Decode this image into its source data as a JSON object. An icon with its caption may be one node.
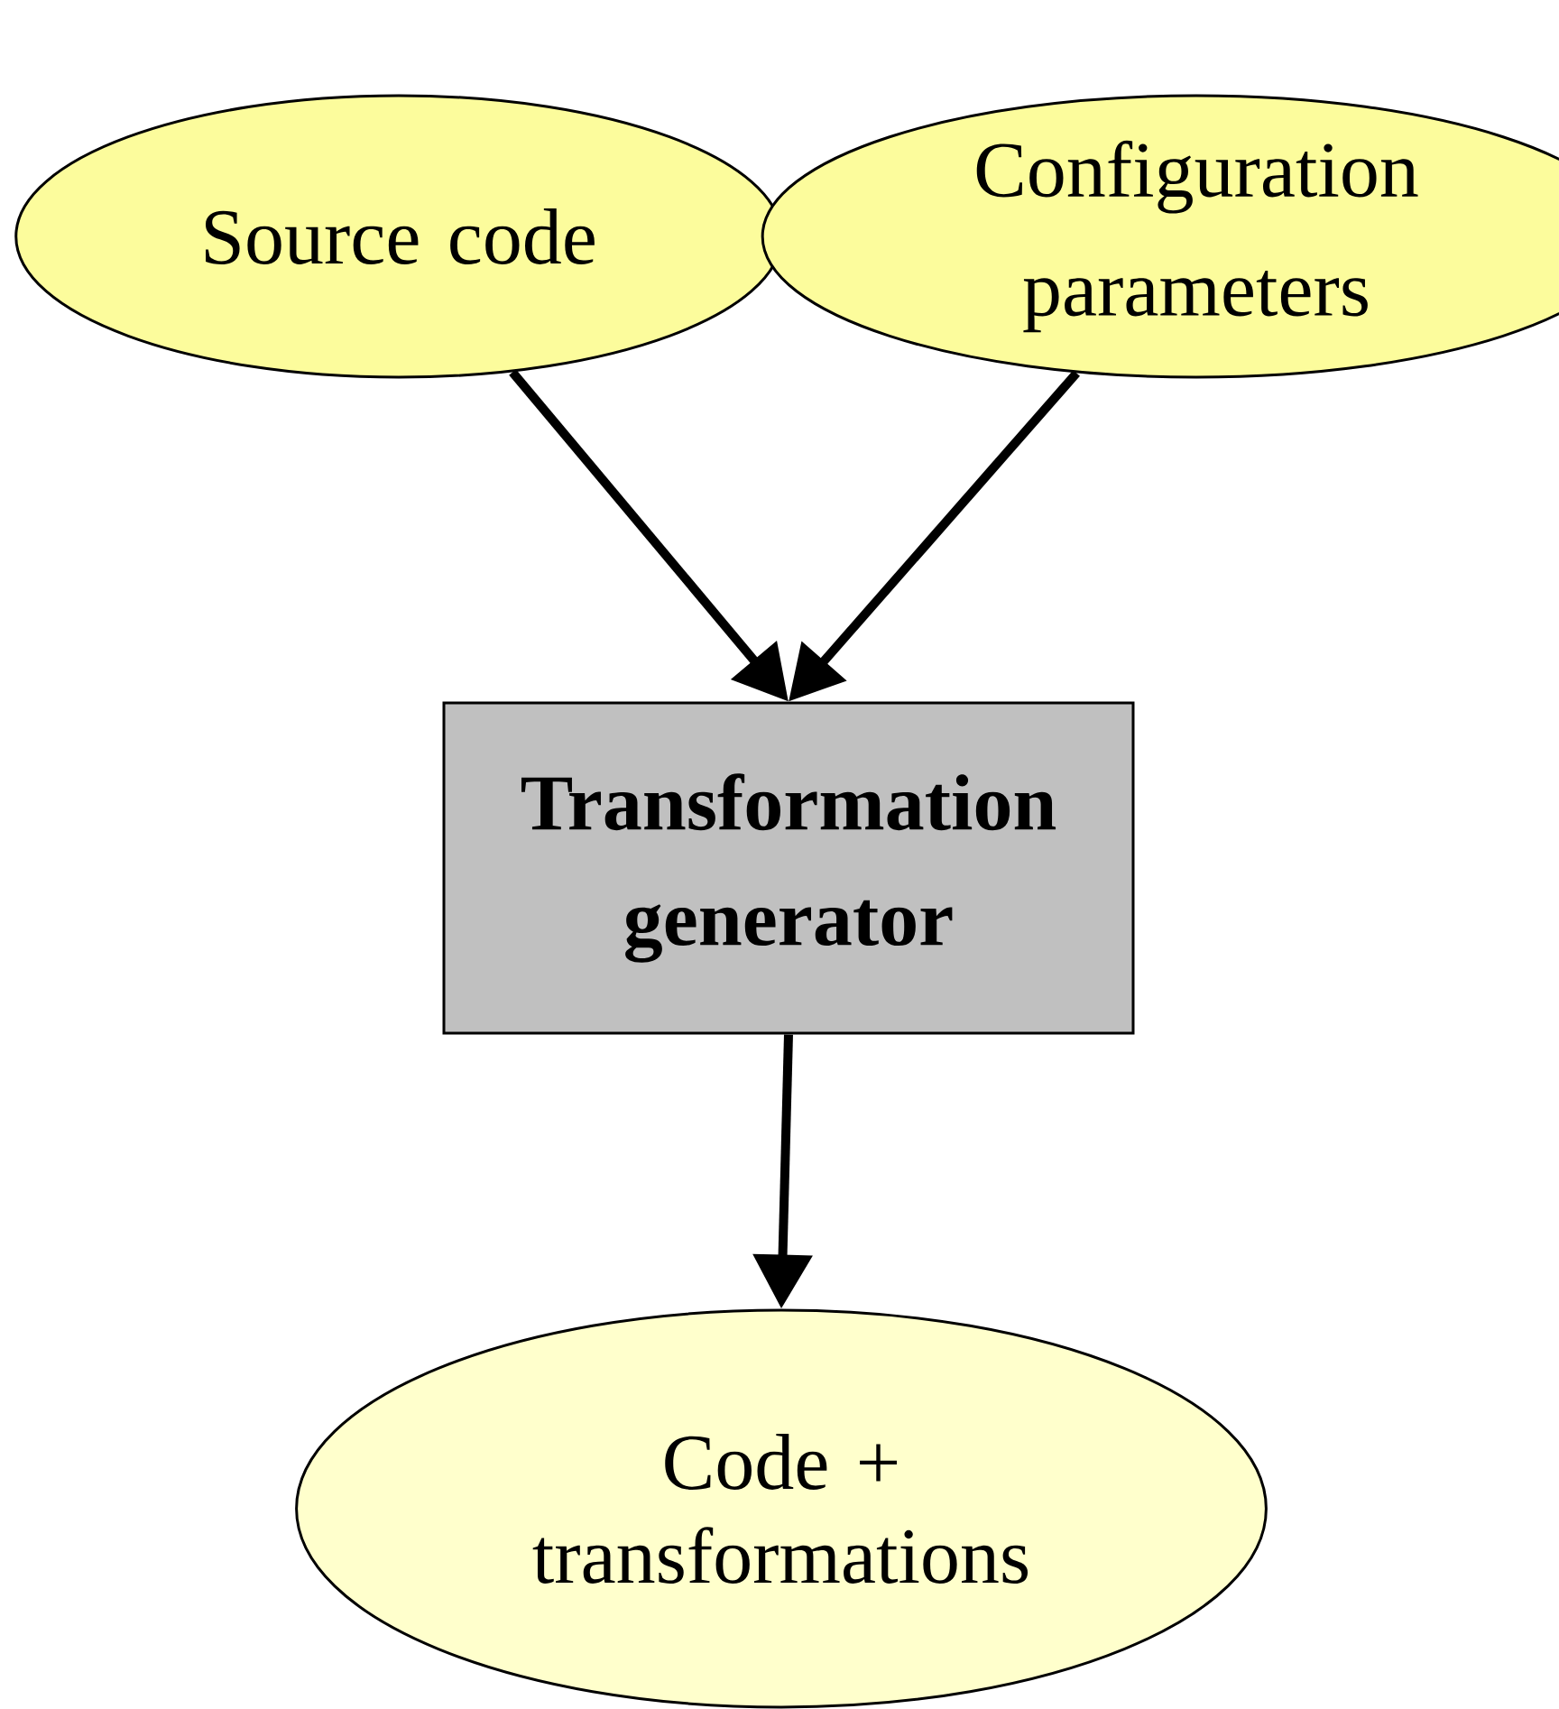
{
  "diagram": {
    "nodes": [
      {
        "text": [
          "Source code"
        ]
      },
      {
        "text": [
          "Configuration parameters"
        ]
      },
      {
        "text": [
          "Transformation generator"
        ]
      },
      {
        "text": [
          "Code + transformations"
        ]
      }
    ],
    "edges": [
      {
        "from": 0,
        "to": 2,
        "arrow": "to"
      },
      {
        "from": 1,
        "to": 2,
        "arrow": "to"
      },
      {
        "from": 2,
        "to": 3,
        "arrow": "to"
      }
    ]
  }
}
